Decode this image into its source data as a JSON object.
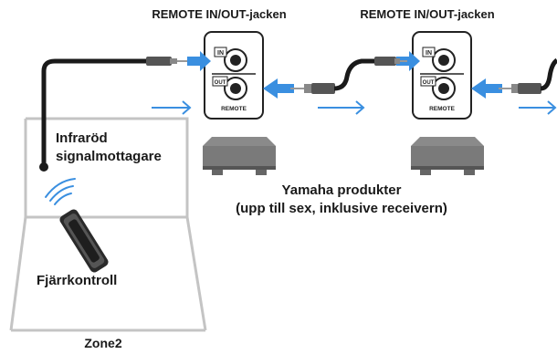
{
  "labels": {
    "jack_label_1": "REMOTE IN/OUT-jacken",
    "jack_label_2": "REMOTE IN/OUT-jacken",
    "ir_receiver_line1": "Infraröd",
    "ir_receiver_line2": "signalmottagare",
    "products_line1": "Yamaha produkter",
    "products_line2": "(upp till sex, inklusive receivern)",
    "remote_control": "Fjärrkontroll",
    "zone": "Zone2"
  },
  "panel_labels": {
    "in": "IN",
    "out": "OUT",
    "remote": "REMOTE"
  },
  "colors": {
    "arrow_blue": "#3a8fe0",
    "cable": "#1a1a1a",
    "device_gray": "#888888",
    "room_outline": "#c0c0c0"
  }
}
